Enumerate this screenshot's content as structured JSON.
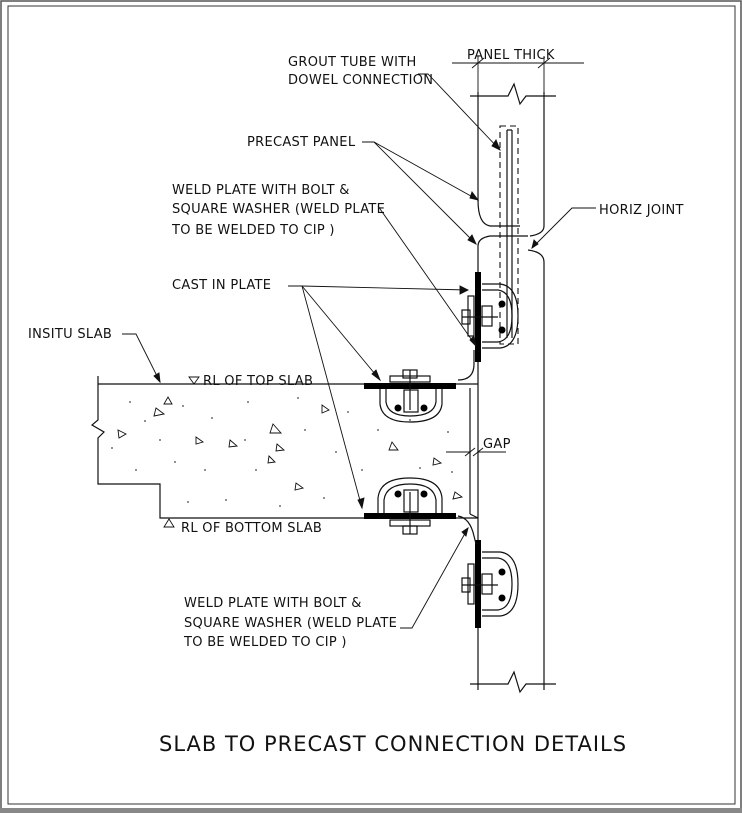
{
  "title": "SLAB TO PRECAST CONNECTION DETAILS",
  "labels": {
    "panel_thick": "PANEL THICK",
    "grout_tube_line1": "GROUT TUBE WITH",
    "grout_tube_line2": "DOWEL CONNECTION",
    "precast_panel": "PRECAST PANEL",
    "weld_plate_top_line1": "WELD PLATE WITH BOLT &",
    "weld_plate_top_line2": "SQUARE WASHER (WELD PLATE",
    "weld_plate_top_line3": "TO BE WELDED TO CIP )",
    "horiz_joint": "HORIZ JOINT",
    "cast_in_plate": "CAST IN PLATE",
    "insitu_slab": "INSITU SLAB",
    "rl_top_slab": "RL OF TOP SLAB",
    "gap": "GAP",
    "rl_bottom_slab": "RL OF BOTTOM SLAB",
    "weld_plate_bottom_line1": "WELD PLATE WITH BOLT &",
    "weld_plate_bottom_line2": "SQUARE WASHER (WELD PLATE",
    "weld_plate_bottom_line3": "TO BE WELDED TO CIP )"
  }
}
